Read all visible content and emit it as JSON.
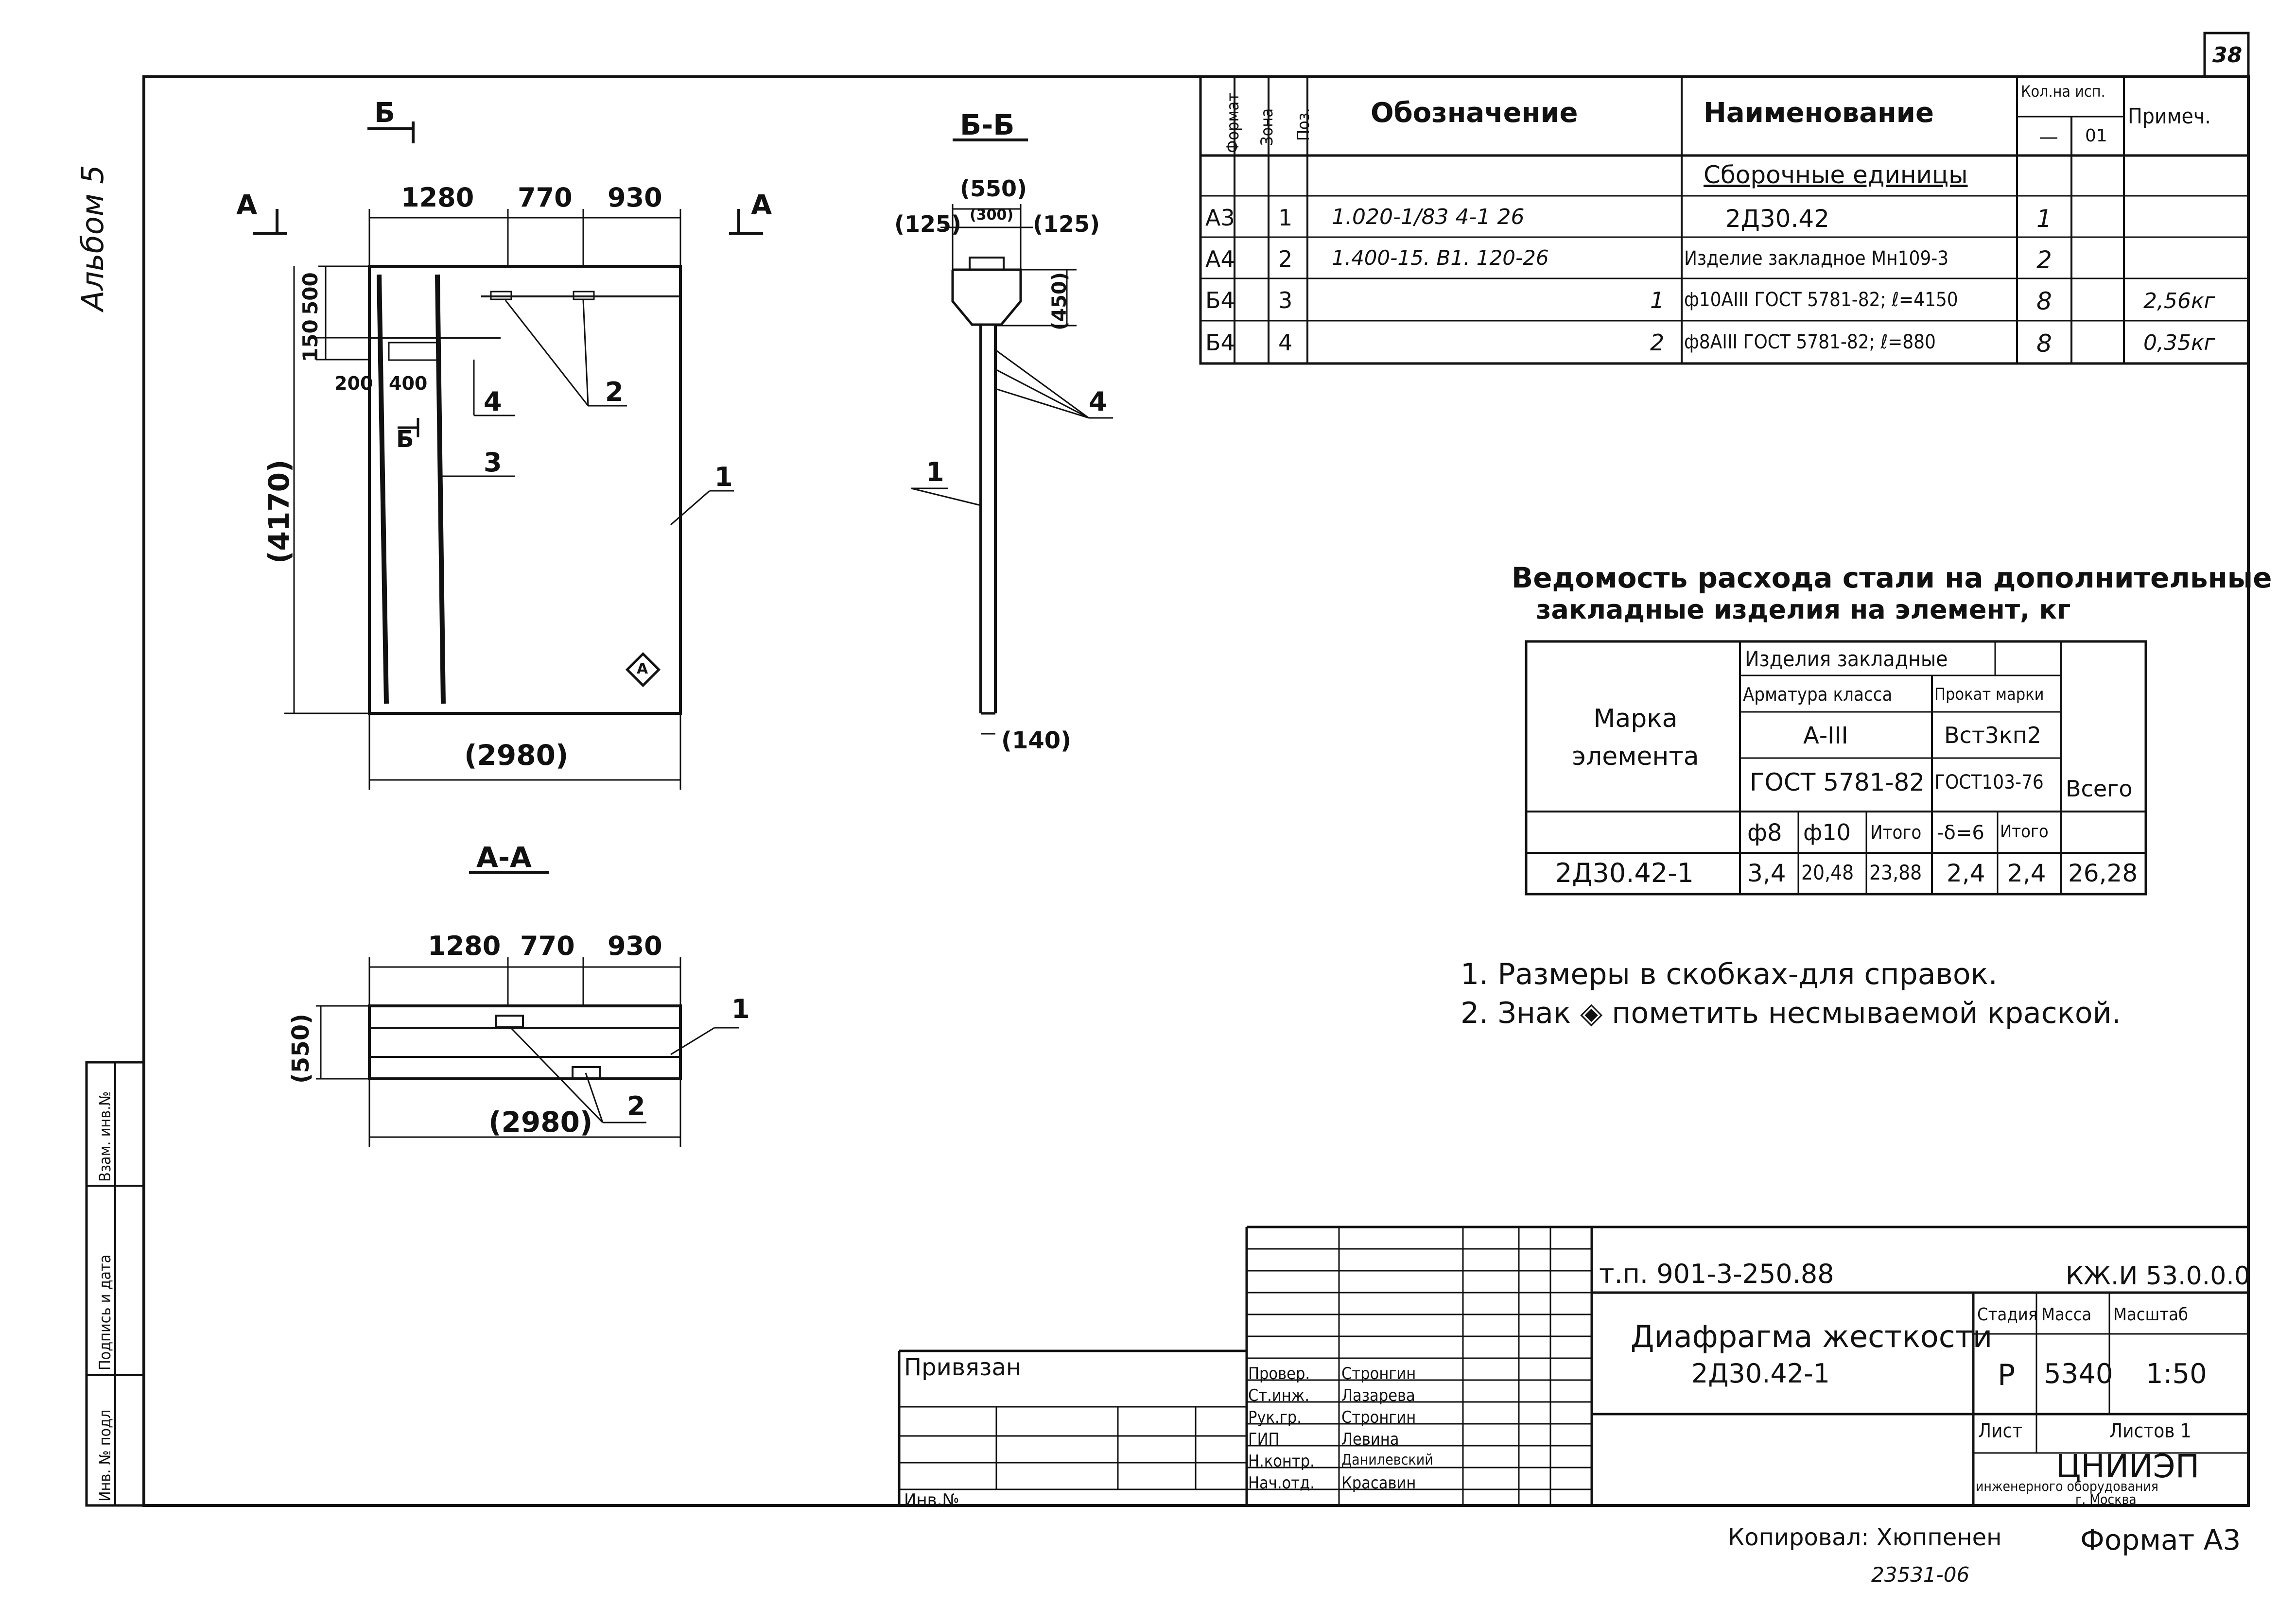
{
  "sheet_number": "38",
  "album": "Альбом 5",
  "side_stamp": [
    "Инв. № подл",
    "Подпись и дата",
    "Взам. инв.№"
  ],
  "views": {
    "elevation": {
      "section_mark_b": "Б",
      "section_mark_a": "А",
      "dims_top": [
        "1280",
        "770",
        "930"
      ],
      "dim_150": "150",
      "dim_500": "500",
      "dim_200": "200",
      "dim_400": "400",
      "dim_height": "(4170)",
      "dim_width": "(2980)",
      "callouts": [
        "1",
        "2",
        "3",
        "4"
      ],
      "mark": "А"
    },
    "section_bb": {
      "title": "Б-Б",
      "dim_550": "(550)",
      "dim_300": "(300)",
      "dim_125_left": "(125)",
      "dim_125_right": "(125)",
      "dim_450": "(450)",
      "dim_140": "(140)",
      "callouts": [
        "1",
        "4"
      ]
    },
    "section_aa": {
      "title": "А-А",
      "dims_top": [
        "1280",
        "770",
        "930"
      ],
      "dim_550": "(550)",
      "dim_width": "(2980)",
      "callouts": [
        "1",
        "2"
      ]
    }
  },
  "spec": {
    "headers": {
      "format": "Формат",
      "zone": "Зона",
      "pos": "Поз.",
      "designation": "Обозначение",
      "name": "Наименование",
      "qty": "Кол.на исп.",
      "qty_sub1": "—",
      "qty_sub2": "01",
      "note": "Примеч."
    },
    "section_title": "Сборочные единицы",
    "rows": [
      {
        "format": "А3",
        "pos": "1",
        "designation": "1.020-1/83 4-1 26",
        "name": "2Д30.42",
        "qty": "1",
        "note": ""
      },
      {
        "format": "А4",
        "pos": "2",
        "designation": "1.400-15. В1. 120-26",
        "name": "Изделие закладное Мн109-3",
        "qty": "2",
        "note": ""
      },
      {
        "format": "Б4",
        "pos": "3",
        "designation": "1",
        "name": "ф10АIII ГОСТ 5781-82; ℓ=4150",
        "qty": "8",
        "note": "2,56кг"
      },
      {
        "format": "Б4",
        "pos": "4",
        "designation": "2",
        "name": "ф8АIII ГОСТ 5781-82; ℓ=880",
        "qty": "8",
        "note": "0,35кг"
      }
    ]
  },
  "steel": {
    "title_line1": "Ведомость расхода стали на дополнительные",
    "title_line2": "закладные изделия на элемент, кг",
    "h_mark": "Марка элемента",
    "h_items": "Изделия закладные",
    "h_rebar": "Арматура класса",
    "h_rolled": "Прокат марки",
    "h_class": "А-III",
    "h_grade": "Вст3кп2",
    "h_gost1": "ГОСТ 5781-82",
    "h_gost2": "ГОСТ103-76",
    "h_total": "Всего",
    "sub": [
      "ф8",
      "ф10",
      "Итого",
      "-δ=6",
      "Итого"
    ],
    "row": {
      "mark": "2Д30.42-1",
      "values": [
        "3,4",
        "20,48",
        "23,88",
        "2,4",
        "2,4",
        "26,28"
      ]
    }
  },
  "notes": [
    "1. Размеры в скобках-для справок.",
    "2. Знак  ◈  пометить несмываемой краской."
  ],
  "title_block": {
    "code": "т.п. 901-3-250.88",
    "doc": "КЖ.И 53.0.0.0",
    "object_line1": "Диафрагма жесткости",
    "object_line2": "2Д30.42-1",
    "h_stage": "Стадия",
    "h_mass": "Масса",
    "h_scale": "Масштаб",
    "stage": "Р",
    "mass": "5340",
    "scale": "1:50",
    "h_sheet": "Лист",
    "h_sheets": "Листов 1",
    "org_line1": "ЦНИИЭП",
    "org_line2": "инженерного оборудования",
    "org_line3": "г. Москва",
    "privyazan": "Привязан",
    "inv": "Инв.№",
    "signatures": [
      {
        "role": "Провер.",
        "name": "Стронгин"
      },
      {
        "role": "Ст.инж.",
        "name": "Лазарева"
      },
      {
        "role": "Рук.гр.",
        "name": "Стронгин"
      },
      {
        "role": "ГИП",
        "name": "Левина"
      },
      {
        "role": "Н.контр.",
        "name": "Данилевский"
      },
      {
        "role": "Нач.отд.",
        "name": "Красавин"
      }
    ]
  },
  "footer": {
    "copied": "Копировал: Хюппенен",
    "format": "Формат А3",
    "number": "23531-06"
  }
}
